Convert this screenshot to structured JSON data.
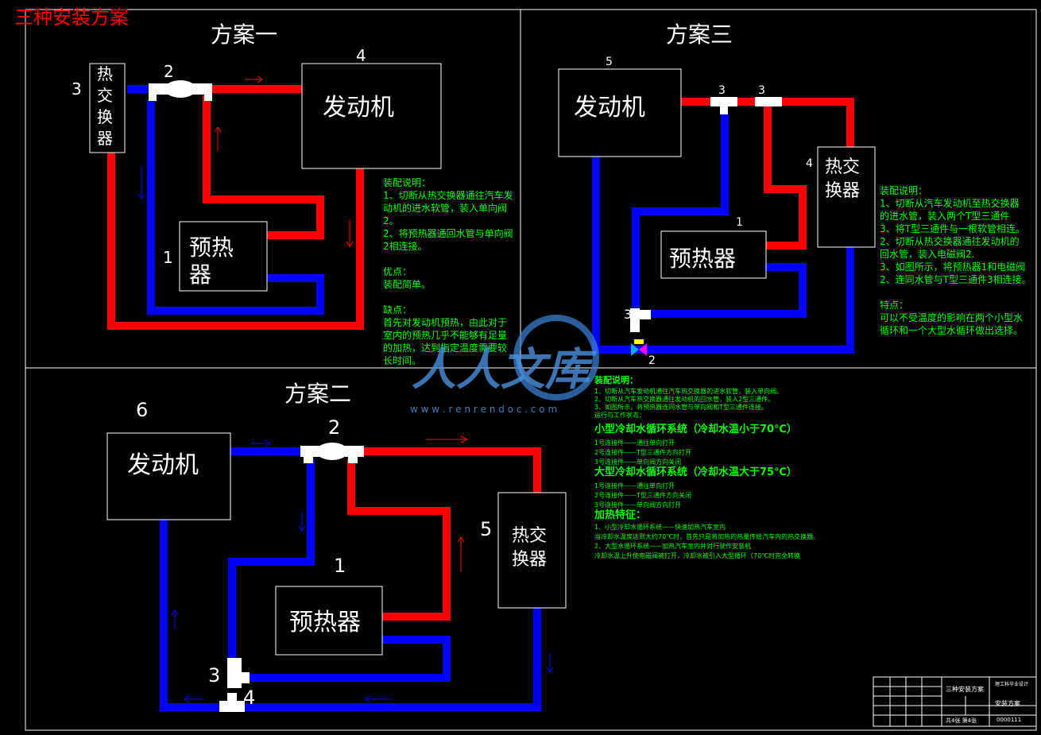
{
  "page_title": "三种安装方案",
  "colors": {
    "hot": "#ff0000",
    "cold": "#0000ff",
    "note": "#00ff00",
    "frame": "#ffffff",
    "bg": "#000000"
  },
  "scheme1": {
    "title": "方案一",
    "heat_exchanger": "热\n交\n换\n器",
    "engine": "发动机",
    "preheater": "预热\n器",
    "labels": {
      "n3": "3",
      "n2": "2",
      "n4": "4",
      "n1": "1"
    },
    "note": "装配说明：\n1、切断从热交换器通往汽车发\n动机的进水软管，装入单向阀\n2。\n2、将预热器通回水管与单向阀\n2相连接。\n\n优点：\n装配简单。\n\n缺点：\n首先对发动机预热，由此对于\n室内的预热几乎不能够有足量\n的加热，达到指定温度需要较\n长时间。"
  },
  "scheme3": {
    "title": "方案三",
    "engine": "发动机",
    "heat_exchanger": "热交\n换器",
    "preheater": "预热器",
    "labels": {
      "n5": "5",
      "n3a": "3",
      "n3b": "3",
      "n4": "4",
      "n1": "1",
      "n3c": "3",
      "n2": "2"
    },
    "note": "装配说明：\n1、切断从汽车发动机至热交换器\n的进水管，装入两个T型三通件\n3、将T型三通件与一根软管相连。\n2、切断从热交换器通往发动机的\n回水管，装入电磁阀2.\n3、如图所示，将预热器1和电磁阀\n2、连同水管与T型三通件3相连接。\n\n特点：\n可以不受温度的影响在两个小型水\n循环和一个大型水循环做出选择。"
  },
  "scheme2": {
    "title": "方案二",
    "engine": "发动机",
    "heat_exchanger": "热交\n换器",
    "preheater": "预热器",
    "labels": {
      "n6": "6",
      "n2": "2",
      "n5": "5",
      "n1": "1",
      "n3": "3",
      "n4": "4"
    },
    "note_head": "装配说明：",
    "note_lines": "1、切断从汽车发动机通往汽车热交换器的进水软管，装入单向阀。\n2、切断从汽车热交换器通往发动机的回水管，装入2型三通件。\n3、如图所示，将预热器连同水管与单向阀和T型三通件连接。\n运行与工作状态：",
    "small_cycle": "小型冷却水循环系统（冷却水温小于70℃）",
    "small_lines": "1号连接件——通往单向打开\n2号连接件——T型三通件方向打开\n3号连接件——单向阀方向关闭",
    "large_cycle": "大型冷却水循环系统（冷却水温大于75℃）",
    "large_lines": "1号连接件——通往单向打开\n2号连接件——T型三通件方向关闭\n3号连接件——单向阀方向打开",
    "heat_head": "加热特征：",
    "heat_lines": "1、小型冷却水循环系统——快速加热汽车室内\n当冷却水温度达到大约70℃时，首先只是将加热的热量传给汽车内的热交换器。\n2、大型水循环系统——加热汽车室内并对行驶作安装机\n冷却水温上升使电磁阀被打开，冷却水被引入大型循环（70℃时完全转换"
  },
  "watermark": {
    "brand": "人人文库",
    "url": "w w w . r e n r e n d o c . c o m"
  },
  "title_block": {
    "name": "三种安装方案",
    "drawing": "安装方案",
    "school": "理工科毕业设计",
    "number": "0000111",
    "sheet": "共4张 第4张"
  }
}
